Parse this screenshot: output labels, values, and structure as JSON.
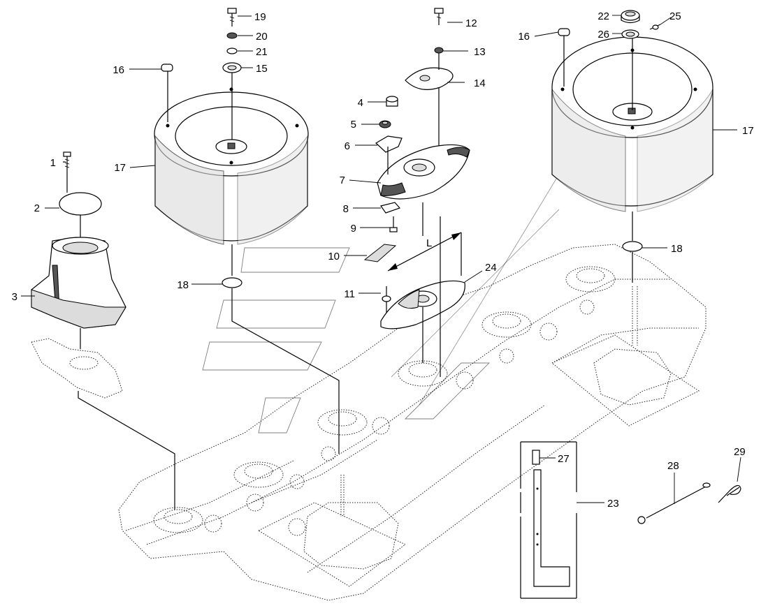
{
  "diagram": {
    "callouts": [
      "1",
      "2",
      "3",
      "4",
      "5",
      "6",
      "7",
      "8",
      "9",
      "10",
      "11",
      "12",
      "13",
      "14",
      "15",
      "16",
      "16",
      "17",
      "17",
      "18",
      "18",
      "19",
      "20",
      "21",
      "22",
      "23",
      "24",
      "25",
      "26",
      "27",
      "28",
      "29"
    ],
    "dimension_label": "L"
  }
}
